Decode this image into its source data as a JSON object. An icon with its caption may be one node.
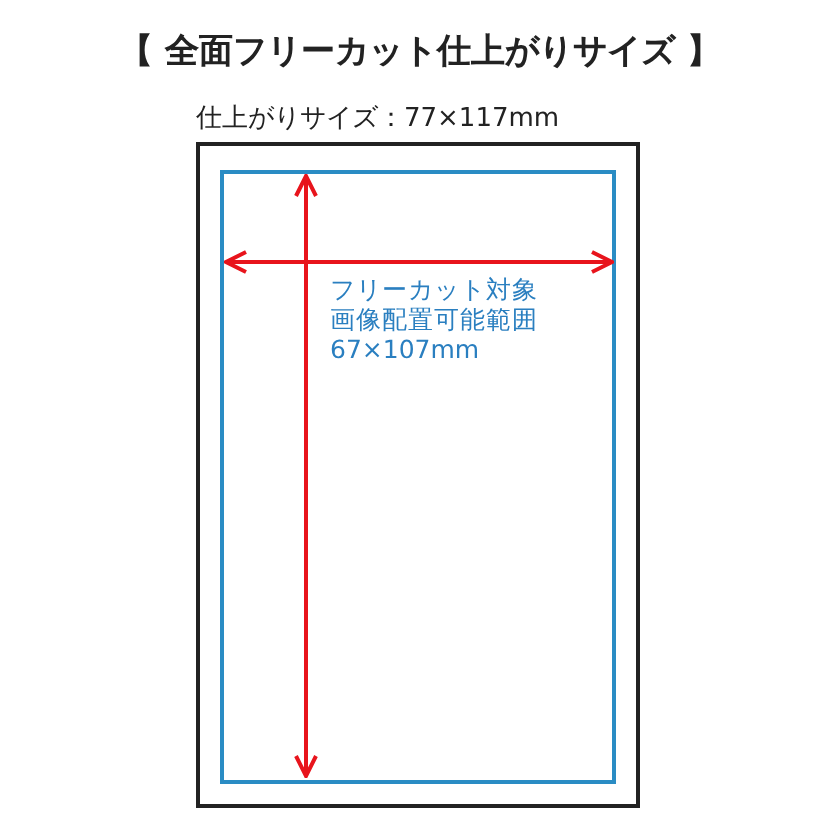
{
  "diagram": {
    "title": "【 全面フリーカット仕上がりサイズ 】",
    "nodes": [
      {
        "text": [
          "仕上がりサイズ：77×117mm"
        ]
      },
      {
        "text": [
          "フリーカット対象画像配置可能範囲",
          "67×107mm"
        ],
        "in": 0
      }
    ]
  }
}
